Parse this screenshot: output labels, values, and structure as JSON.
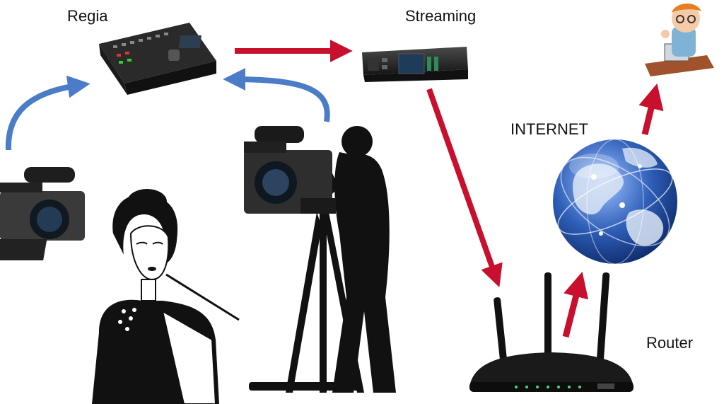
{
  "labels": {
    "regia": "Regia",
    "streaming": "Streaming",
    "internet": "INTERNET",
    "router": "Router"
  },
  "colors": {
    "red_arrow": "#c8102e",
    "blue_arrow": "#4a7cc7",
    "globe_ocean": "#2f5fb8",
    "globe_land": "#dce6f5",
    "silhouette": "#111111"
  },
  "icons": {
    "switcher": "video-switcher-icon",
    "encoder": "streaming-encoder-icon",
    "globe": "globe-icon",
    "router": "wifi-router-icon",
    "viewer": "viewer-cartoon-icon",
    "camera": "video-camera-icon",
    "operator": "camera-operator-icon",
    "woman": "woman-portrait-icon"
  }
}
